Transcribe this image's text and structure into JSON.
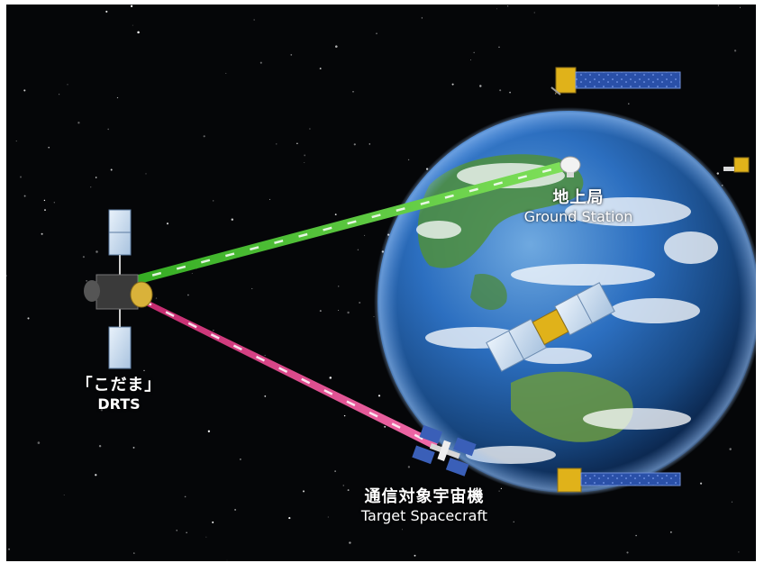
{
  "diagram": {
    "nodes": {
      "drts": {
        "label_jp": "「こだま」",
        "label_en": "DRTS"
      },
      "ground_station": {
        "label_jp": "地上局",
        "label_en": "Ground Station"
      },
      "target_spacecraft": {
        "label_jp": "通信対象宇宙機",
        "label_en": "Target Spacecraft"
      }
    },
    "links": [
      {
        "from": "drts",
        "to": "ground_station",
        "color": "#3fbf2a"
      },
      {
        "from": "drts",
        "to": "target_spacecraft",
        "color": "#e0408a"
      }
    ]
  },
  "colors": {
    "space": "#050608",
    "ocean": "#1e5aa8",
    "solar_panel": "#cfe0f2",
    "spacecraft_body": "#e0b21a"
  }
}
